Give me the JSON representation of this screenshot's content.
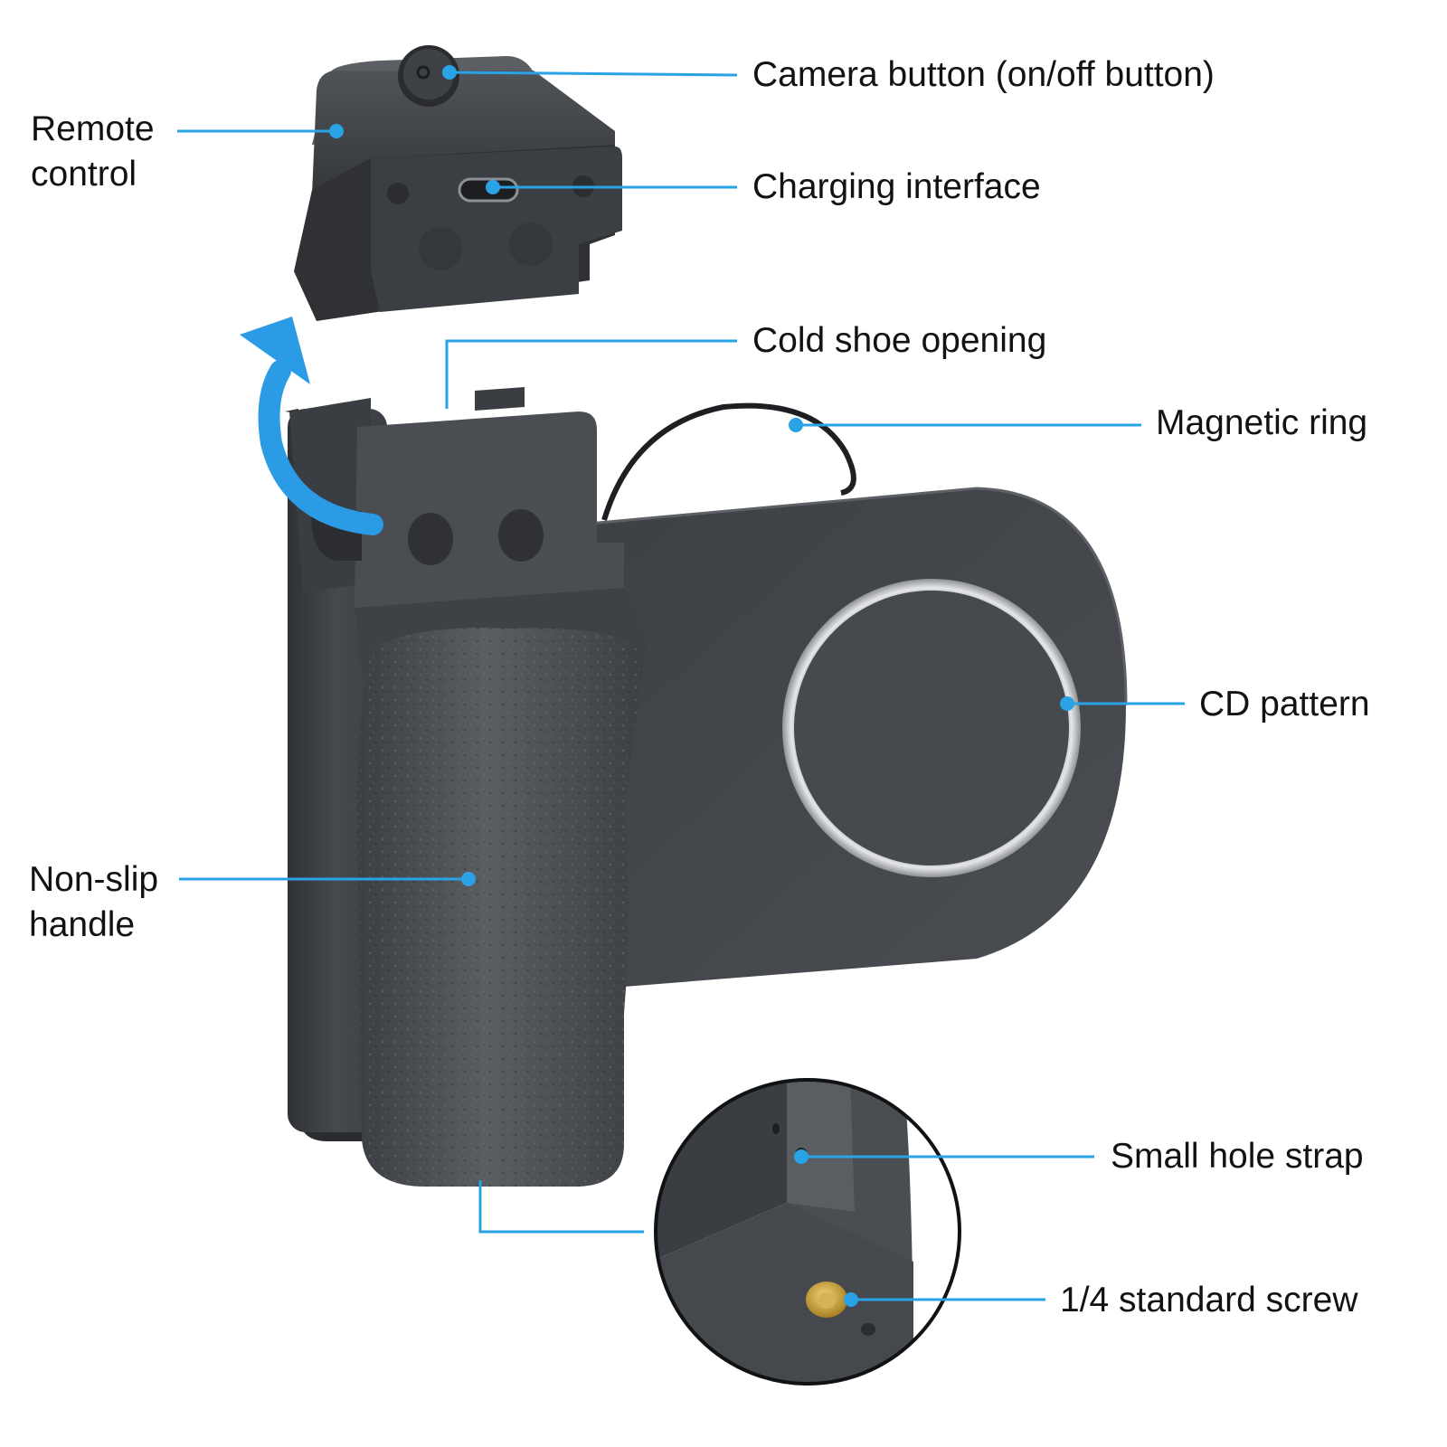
{
  "callouts": {
    "camera_button": "Camera button (on/off button)",
    "remote_control": {
      "line1": "Remote",
      "line2": "control"
    },
    "charging_interface": "Charging interface",
    "cold_shoe_opening": "Cold shoe opening",
    "magnetic_ring": "Magnetic ring",
    "cd_pattern": "CD pattern",
    "non_slip_handle": {
      "line1": "Non-slip",
      "line2": "handle"
    },
    "small_hole_strap": "Small hole strap",
    "standard_screw": "1/4 standard screw"
  },
  "colors": {
    "leader_line": "#29a3e6",
    "arrow": "#2a9be4",
    "body": "#45484d",
    "grip": "#505358",
    "text": "#121212",
    "brass": "#c9a23c"
  }
}
